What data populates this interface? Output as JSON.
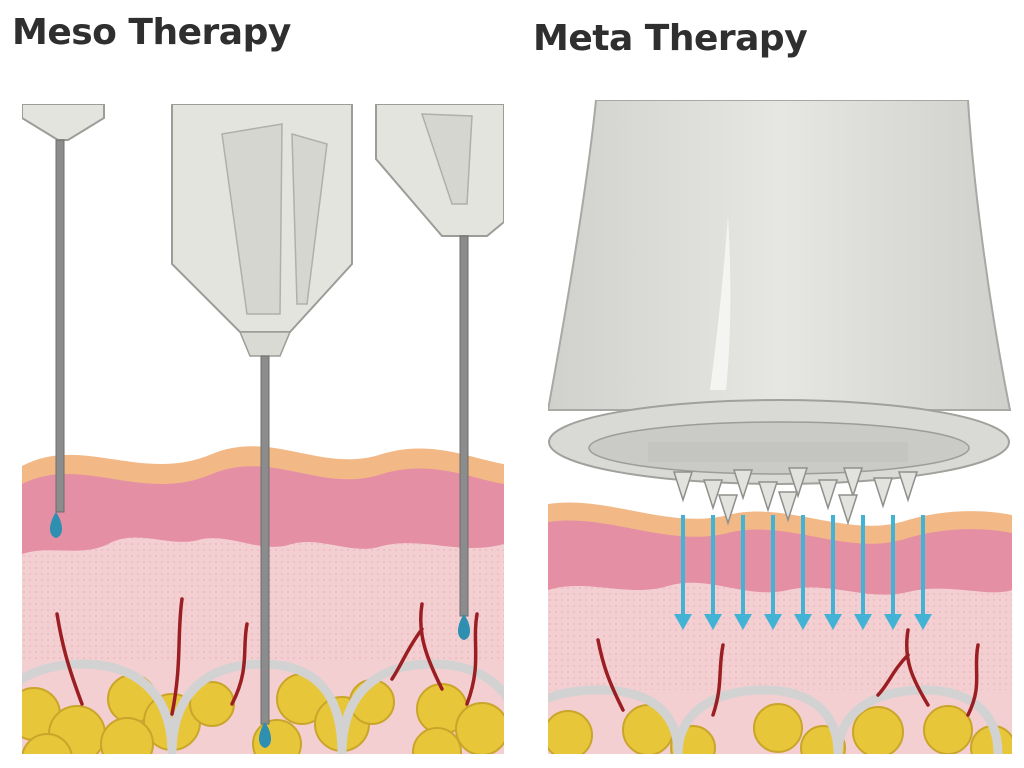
{
  "meso": {
    "title": "Meso Therapy",
    "needle_count": 3
  },
  "meta": {
    "title": "Meta Therapy",
    "microneedle_count": 12,
    "arrow_count": 9
  },
  "colors": {
    "outer_skin": "#f2b886",
    "epidermis": "#e58fa4",
    "dermis": "#f3cfd2",
    "fat": "#e8c63a",
    "fascia": "#d8d8d8",
    "vessel": "#9b1f22",
    "drop": "#2e8fb0",
    "arrow": "#42b3d4",
    "device": "#dcdcd8"
  }
}
